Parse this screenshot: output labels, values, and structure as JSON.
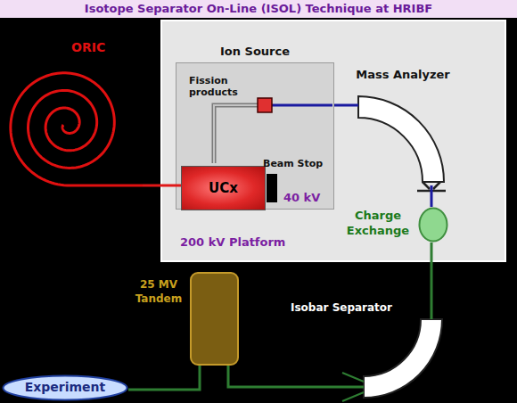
{
  "diagram": {
    "title": "Isotope Separator On-Line (ISOL) Technique at HRIBF",
    "nodes": [
      {
        "text": [
          "ORIC"
        ]
      },
      {
        "text": [
          "200 kV Platform"
        ]
      },
      {
        "text": [
          "Ion Source",
          "40 kV"
        ],
        "in": 1
      },
      {
        "text": [
          "UCx"
        ],
        "in": 2
      },
      {
        "text": [
          "Beam Stop"
        ],
        "in": 2
      },
      {
        "text": [
          "Mass Analyzer"
        ],
        "in": 1
      },
      {
        "text": [
          "Charge Exchange"
        ],
        "in": 1
      },
      {
        "text": [
          "25 MV Tandem"
        ]
      },
      {
        "text": [
          "Isobar Separator"
        ]
      },
      {
        "text": [
          "Experiment"
        ]
      }
    ],
    "edges": [
      {
        "from": 0,
        "to": 3,
        "arrow": "none"
      },
      {
        "from": 2,
        "to": 5,
        "arrow": "none"
      },
      {
        "from": 5,
        "to": 6,
        "arrow": "none"
      },
      {
        "from": 6,
        "to": 8,
        "arrow": "none"
      },
      {
        "from": 8,
        "to": 7,
        "arrow": "none"
      },
      {
        "from": 7,
        "to": 9,
        "arrow": "none"
      }
    ],
    "labels": [
      "Fission products"
    ]
  }
}
